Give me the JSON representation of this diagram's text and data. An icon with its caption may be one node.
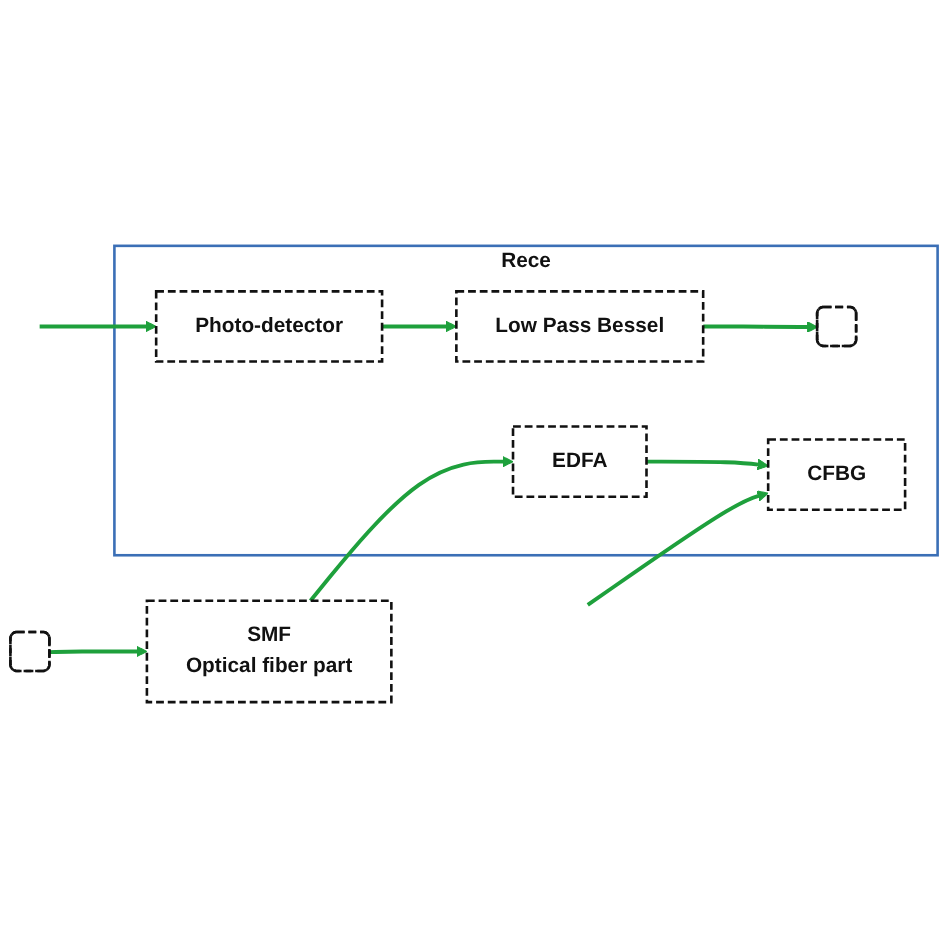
{
  "diagram": {
    "nodes": [
      {
        "text": [
          "Rece"
        ]
      },
      {
        "text": [
          "Photo-detector"
        ],
        "in": 0
      },
      {
        "text": [
          "Low Pass Bessel"
        ],
        "in": 0
      },
      {
        "text": [],
        "shape": "box",
        "in": 0
      },
      {
        "text": [],
        "shape": "box"
      },
      {
        "text": [
          "SMF",
          "Optical fiber part"
        ]
      },
      {
        "text": [
          "EDFA"
        ],
        "in": 0
      },
      {
        "text": [
          "CFBG"
        ],
        "in": 0
      }
    ],
    "edges": [
      {
        "from": 4,
        "to": 5,
        "arrow": "to"
      },
      {
        "from": 5,
        "to": 6,
        "arrow": "to"
      },
      {
        "from": 6,
        "to": 7,
        "arrow": "to"
      },
      {
        "from": null,
        "to": 7,
        "arrow": "to"
      },
      {
        "from": null,
        "to": 1,
        "arrow": "to"
      },
      {
        "from": 1,
        "to": 2,
        "arrow": "to"
      },
      {
        "from": 2,
        "to": 3,
        "arrow": "to"
      }
    ]
  }
}
